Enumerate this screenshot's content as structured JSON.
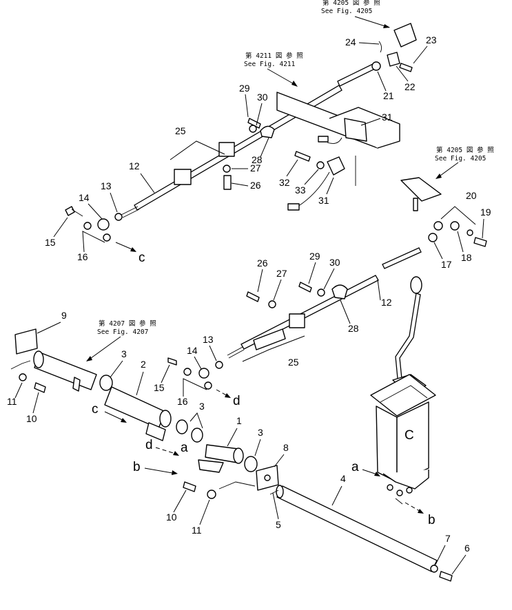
{
  "references": {
    "fig4205_top": {
      "jp": "第 4205 図 参 照",
      "en": "See Fig. 4205"
    },
    "fig4211": {
      "jp": "第 4211 図 参 照",
      "en": "See Fig. 4211"
    },
    "fig4205_right": {
      "jp": "第 4205 図 参 照",
      "en": "See Fig. 4205"
    },
    "fig4207": {
      "jp": "第 4207 図 参 照",
      "en": "See Fig. 4207"
    }
  },
  "part_numbers": {
    "p1": "1",
    "p2": "2",
    "p3": "3",
    "p4": "4",
    "p5": "5",
    "p6": "6",
    "p7": "7",
    "p8": "8",
    "p9": "9",
    "p10": "10",
    "p11": "11",
    "p12": "12",
    "p13": "13",
    "p14": "14",
    "p15": "15",
    "p16": "16",
    "p17": "17",
    "p18": "18",
    "p19": "19",
    "p20": "20",
    "p21": "21",
    "p22": "22",
    "p23": "23",
    "p24": "24",
    "p25": "25",
    "p26": "26",
    "p27": "27",
    "p28": "28",
    "p29": "29",
    "p30": "30",
    "p31": "31",
    "p32": "32",
    "p33": "33"
  },
  "connection_letters": {
    "a": "a",
    "b": "b",
    "c": "c",
    "d": "d"
  },
  "body_mark": "C"
}
